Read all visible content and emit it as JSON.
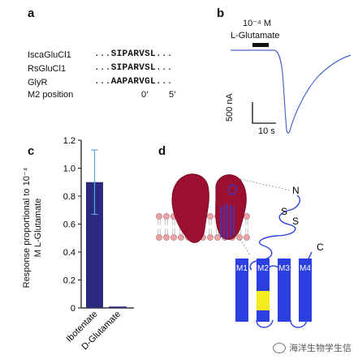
{
  "panels": {
    "a": "a",
    "b": "b",
    "c": "c",
    "d": "d"
  },
  "panel_a": {
    "rows": [
      {
        "name": "IscaGluCl1",
        "prefix": "...",
        "core": "SIPARVSL",
        "suffix": "..."
      },
      {
        "name": "RsGluCl1",
        "prefix": "...",
        "core": "SIPARVSL",
        "suffix": "..."
      },
      {
        "name": "GlyR",
        "prefix": "...",
        "core": "AAPARVGL",
        "suffix": "..."
      }
    ],
    "position_label": "M2 position",
    "position_ticks": [
      "0′",
      "5′"
    ]
  },
  "panel_b": {
    "concentration": "10⁻⁴ M",
    "agonist": "L-Glutamate",
    "scale_current": "500 nA",
    "scale_time": "10 s"
  },
  "chart_data": {
    "type": "bar",
    "categories": [
      "Ibotentate",
      "D-Glutamate"
    ],
    "values": [
      0.9,
      0.01
    ],
    "error": [
      0.23,
      0.0
    ],
    "ylabel": "Response proportional to 10⁻⁴ M L-Glutamate",
    "ylim": [
      0,
      1.2
    ],
    "yticks": [
      "0",
      "0.2",
      "0.4",
      "0.6",
      "0.8",
      "1.0",
      "1.2"
    ],
    "bar_color": "#2c2a7e",
    "error_color": "#5ea5de"
  },
  "panel_d": {
    "labels": {
      "n": "N",
      "c": "C",
      "s1": "S",
      "s2": "S"
    },
    "segments": [
      "M1",
      "M2",
      "M3",
      "M4"
    ],
    "segment_color": "#2c3fe0",
    "highlight_color": "#f4ec1e",
    "subunit_color": "#9b1030",
    "lipid_color": "#e7a3a6"
  },
  "watermark": "海洋生物学生信"
}
